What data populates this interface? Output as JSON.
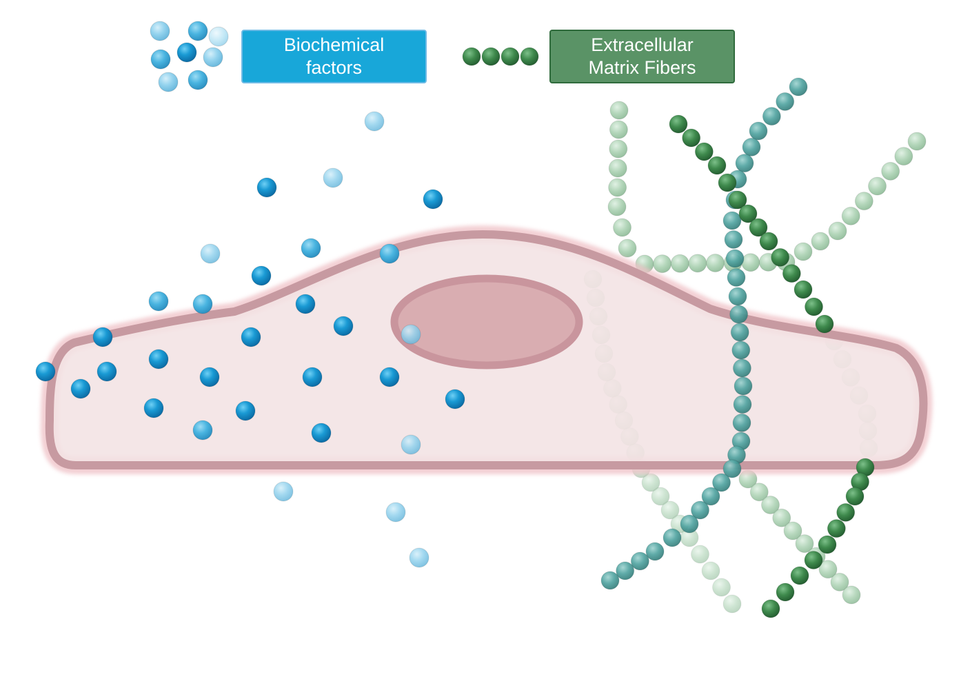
{
  "legend": {
    "biochemical": {
      "line1": "Biochemical",
      "line2": "factors"
    },
    "ecm": {
      "line1": "Extracellular",
      "line2": "Matrix Fibers"
    }
  },
  "colors": {
    "factor_blue": "#1a96cf",
    "factor_light_blue": "#7cc7e8",
    "fiber_dark_green": "#3f8a4d",
    "fiber_teal": "#4fa3a0",
    "fiber_pale_green": "#a6cfae",
    "cell_fill": "#f3e3e4",
    "cell_outline": "#c79aa1",
    "nucleus_fill": "#d9adb1"
  }
}
